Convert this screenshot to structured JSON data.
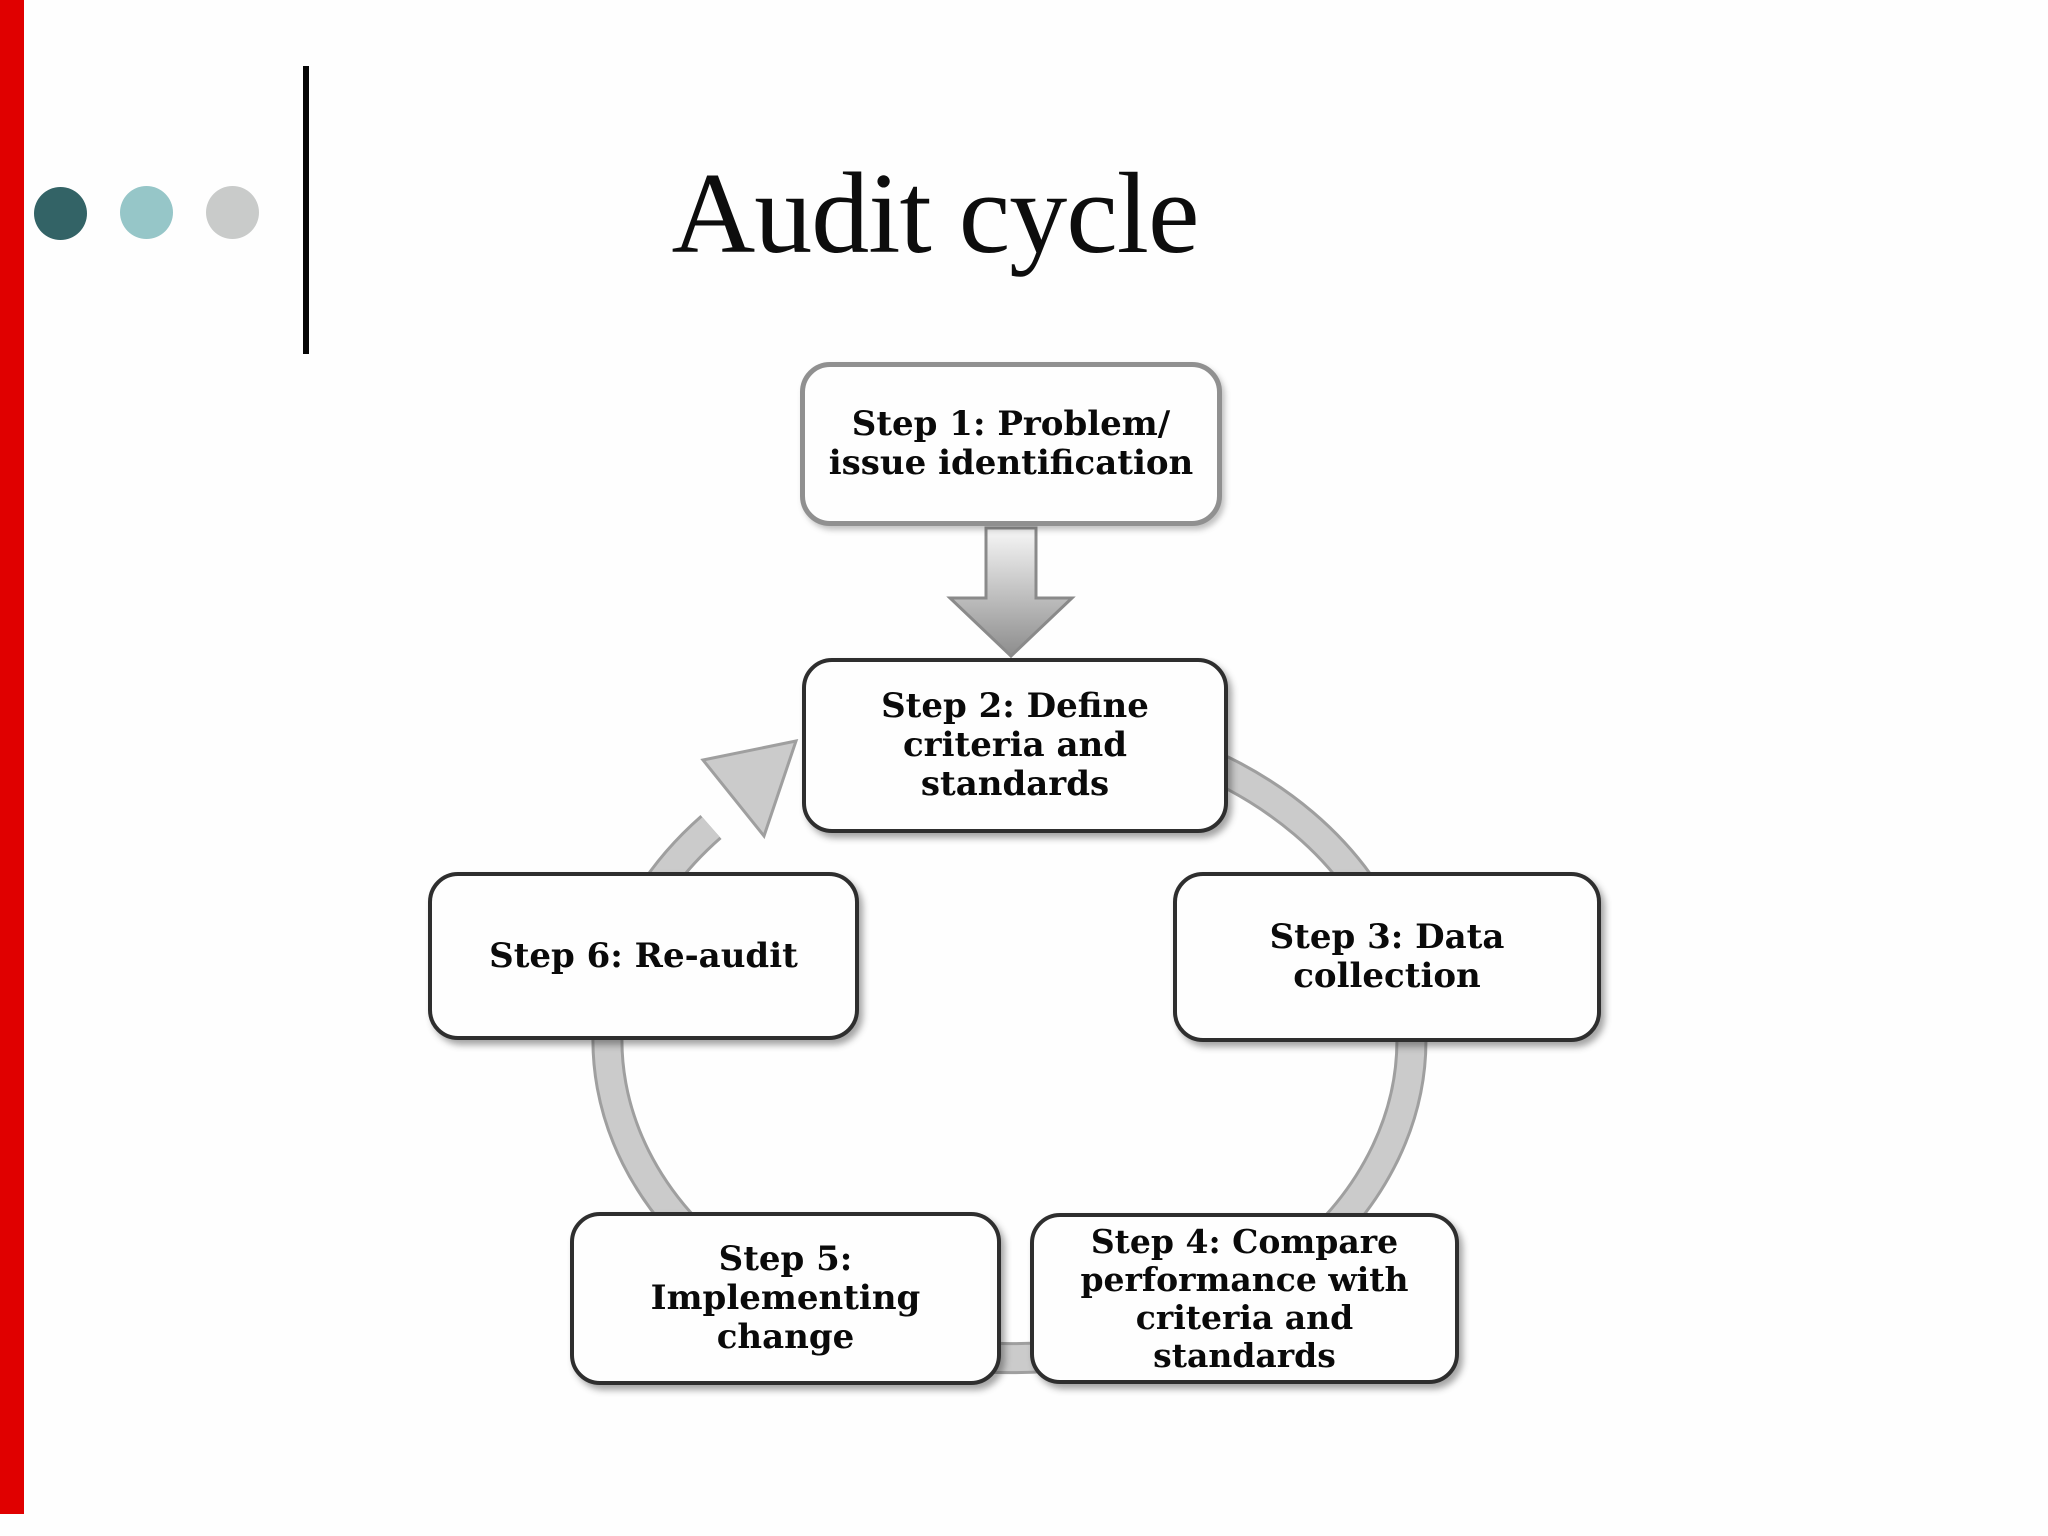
{
  "slide": {
    "title": "Audit cycle",
    "colors": {
      "accent_stripe": "#e00000",
      "bullet_dot_1": "#336366",
      "bullet_dot_2": "#96c6c8",
      "bullet_dot_3": "#c9cbca",
      "vertical_rule": "#060606",
      "box_border_dark": "#2e2e2e",
      "box_border_light": "#909090",
      "cycle_band": "#cbcbcb",
      "cycle_band_edge": "#9f9f9f"
    }
  },
  "diagram": {
    "steps": [
      {
        "lines": [
          "Step 1: Problem/",
          "issue identification"
        ]
      },
      {
        "lines": [
          "Step 2: Define",
          "criteria and",
          "standards"
        ]
      },
      {
        "lines": [
          "Step 3: Data",
          "collection"
        ]
      },
      {
        "lines": [
          "Step 4: Compare",
          "performance with",
          "criteria and",
          "standards"
        ]
      },
      {
        "lines": [
          "Step 5:",
          "Implementing",
          "change"
        ]
      },
      {
        "lines": [
          "Step 6: Re-audit"
        ]
      }
    ],
    "flow": "Step 1 -> Step 2 -> Step 3 -> Step 4 -> Step 5 -> Step 6 -> Step 2 (cycle)"
  }
}
